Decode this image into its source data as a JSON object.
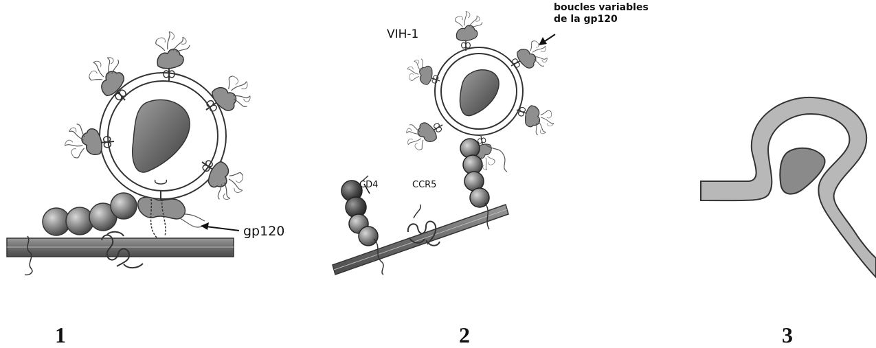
{
  "panels": [
    {
      "number": "1",
      "labels": {
        "gp120": "gp120"
      }
    },
    {
      "number": "2",
      "labels": {
        "virus": "VIH-1",
        "variable_loops_line1": "boucles variables",
        "variable_loops_line2": "de la gp120",
        "cd4": "CD4",
        "ccr5": "CCR5"
      }
    },
    {
      "number": "3"
    }
  ],
  "colors": {
    "ink": "#222222",
    "membrane": "#8e8e8e",
    "membrane_fill": "#b9b9b9",
    "core": "#6a6a6a",
    "protein": "#9a9a9a",
    "bead": "#777777"
  }
}
